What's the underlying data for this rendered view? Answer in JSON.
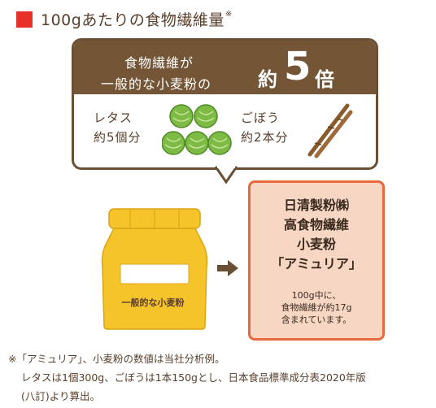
{
  "header": {
    "title": "100gあたりの食物繊維量",
    "mark": "※"
  },
  "comparison": {
    "line1": "食物繊維が",
    "line2": "一般的な小麦粉の",
    "yaku": "約",
    "multiplier": "5",
    "bai": "倍"
  },
  "lettuce": {
    "name": "レタス",
    "amount": "約5個分",
    "count": 5,
    "icon": "lettuce-icon"
  },
  "burdock": {
    "name": "ごぼう",
    "amount": "約2本分",
    "count": 2,
    "icon": "burdock-icon"
  },
  "flour_bag": {
    "label": "一般的な小麦粉"
  },
  "product": {
    "line1": "日清製粉㈱",
    "line2": "高食物繊維",
    "line3": "小麦粉",
    "line4": "「アミュリア」",
    "desc1": "100g中に、",
    "desc2": "食物繊維が約17g",
    "desc3": "含まれています。"
  },
  "notes": {
    "line1": "※「アミュリア」、小麦粉の数値は当社分析例。",
    "line2": "レタスは1個300g、ごぼうは1本150gとし、日本食品標準成分表2020年版",
    "line3": "(八訂)より算出。"
  },
  "colors": {
    "accent_red": "#e8302a",
    "brown": "#745637",
    "orange_border": "#e8693b",
    "card_fill": "#f8d6c4",
    "bag_yellow": "#f5c42a",
    "lettuce_green": "#7dbb45"
  }
}
